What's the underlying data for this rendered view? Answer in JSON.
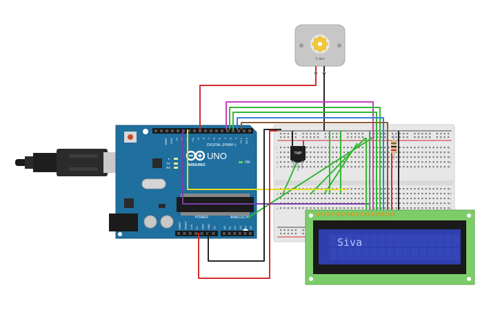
{
  "motor": {
    "speed_label": "0 rpm"
  },
  "arduino": {
    "model": "UNO",
    "brand": "ARDUINO",
    "digital_label": "DIGITAL (PWM~)",
    "analog_label": "ANALOG IN",
    "power_label": "POWER",
    "on_label": "ON",
    "led_labels": [
      "L",
      "TX",
      "RX"
    ],
    "digital_pins": [
      "AREF",
      "GND",
      "13",
      "12",
      "~11",
      "~10",
      "~9",
      "8",
      "7",
      "~6",
      "~5",
      "4",
      "~3",
      "2",
      "TX 1",
      "RX 0"
    ],
    "power_pins": [
      "IOREF",
      "RESET",
      "3.3V",
      "5V",
      "GND",
      "GND",
      "Vin"
    ],
    "analog_pins": [
      "A0",
      "A1",
      "A2",
      "A3",
      "A4",
      "A5"
    ]
  },
  "sensor": {
    "label": "TMP"
  },
  "lcd": {
    "text": "Siva",
    "columns": 16
  },
  "breadboard": {
    "row_letters_top": [
      "j",
      "i",
      "h",
      "g",
      "f"
    ],
    "row_letters_bottom": [
      "e",
      "d",
      "c",
      "b",
      "a"
    ]
  },
  "colors": {
    "arduino_board": "#1f6f9f",
    "lcd_pcb": "#7dcc6a",
    "lcd_screen": "#2f3fae",
    "wire_red": "#d42a2a",
    "wire_black": "#222222",
    "wire_green": "#35b535",
    "wire_magenta": "#c63fb8",
    "wire_blue": "#2f7fd8",
    "wire_yellow": "#e6dc20",
    "wire_brown": "#8a5a2b",
    "wire_purple": "#7a3ea8"
  }
}
